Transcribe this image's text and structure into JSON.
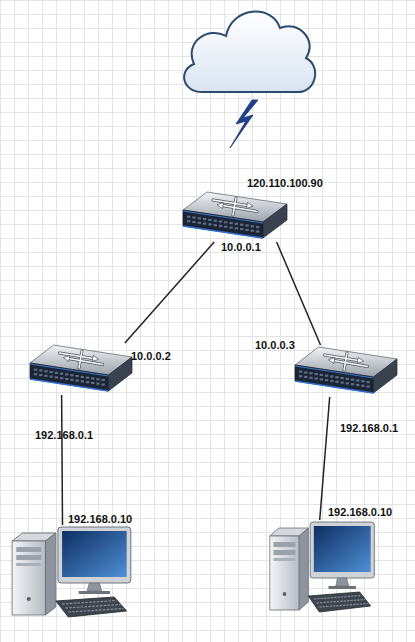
{
  "diagram": {
    "nodes": [
      {
        "text": [
          "120.110.100.90",
          "10.0.0.1"
        ]
      },
      {
        "text": [
          "10.0.0.2",
          "192.168.0.1"
        ]
      },
      {
        "text": [
          "10.0.0.3",
          "192.168.0.1"
        ]
      },
      {
        "text": [
          "192.168.0.10"
        ]
      },
      {
        "text": [
          "192.168.0.10"
        ]
      }
    ],
    "edges": [
      {
        "from": 0,
        "to": 1,
        "arrow": "none"
      },
      {
        "from": 0,
        "to": 2,
        "arrow": "none"
      },
      {
        "from": 1,
        "to": 3,
        "arrow": "none"
      },
      {
        "from": 2,
        "to": 4,
        "arrow": "none"
      }
    ]
  }
}
